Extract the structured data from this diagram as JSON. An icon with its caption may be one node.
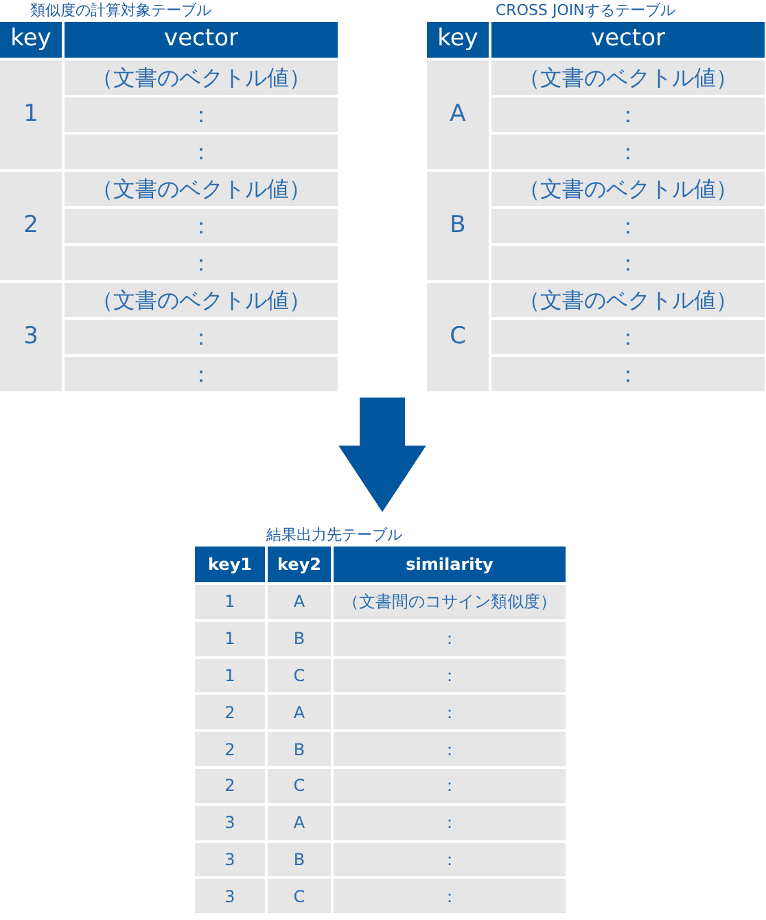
{
  "diagram": {
    "nodes": [
      {
        "text": [
          "類似度の計算対象テーブル"
        ]
      },
      {
        "text": [
          "CROSS JOINするテーブル"
        ]
      },
      {
        "text": [
          "結果出力先テーブル"
        ]
      }
    ],
    "edges": [
      {
        "from": 0,
        "to": 2,
        "arrow": "to",
        "style": "thick"
      },
      {
        "from": 1,
        "to": 2,
        "arrow": "to",
        "style": "thick"
      }
    ],
    "labels": [
      "key",
      "vector",
      "1",
      "（文書のベクトル値）",
      "：",
      "：",
      "2",
      "（文書のベクトル値）",
      "：",
      "：",
      "3",
      "（文書のベクトル値）",
      "：",
      "：",
      "key",
      "vector",
      "A",
      "（文書のベクトル値）",
      "：",
      "：",
      "B",
      "（文書のベクトル値）",
      "：",
      "：",
      "C",
      "（文書のベクトル値）",
      "：",
      "：",
      "key1",
      "key2",
      "similarity",
      "1",
      "A",
      "（文書間のコサイン類似度）",
      "1",
      "B",
      "：",
      "1",
      "C",
      "：",
      "2",
      "A",
      "：",
      "2",
      "B",
      "：",
      "2",
      "C",
      "：",
      "3",
      "A",
      "：",
      "3",
      "B",
      "：",
      "3",
      "C",
      "："
    ]
  }
}
